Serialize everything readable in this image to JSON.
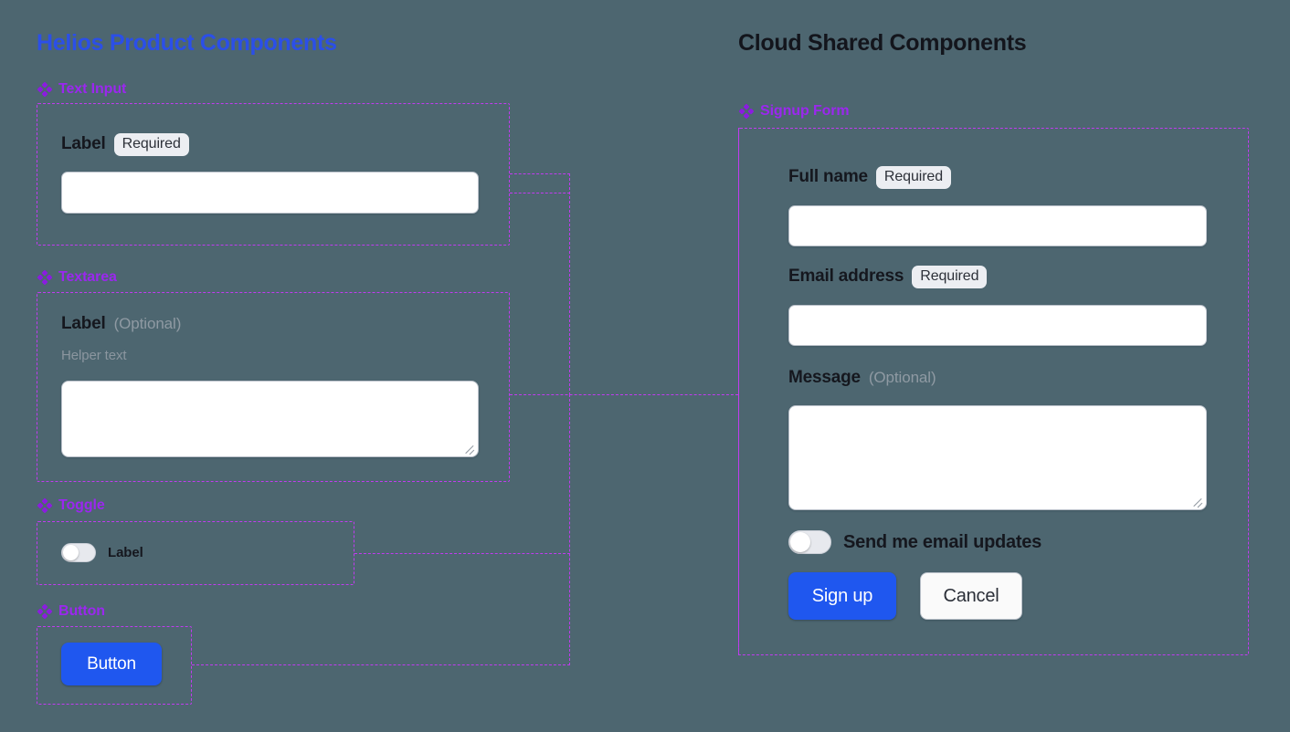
{
  "panels": {
    "left": {
      "title": "Helios Product Components",
      "groups": [
        {
          "name": "Text Input",
          "icon": "diamond-cluster-icon"
        },
        {
          "name": "Textarea",
          "icon": "diamond-cluster-icon"
        },
        {
          "name": "Toggle",
          "icon": "diamond-cluster-icon"
        },
        {
          "name": "Button",
          "icon": "diamond-cluster-icon"
        }
      ],
      "text_input": {
        "label": "Label",
        "badge": "Required",
        "value": "",
        "placeholder": ""
      },
      "textarea": {
        "label": "Label",
        "optional": "(Optional)",
        "helper": "Helper text",
        "value": "",
        "placeholder": ""
      },
      "toggle": {
        "label": "Label",
        "state": "off"
      },
      "button": {
        "label": "Button"
      }
    },
    "right": {
      "title": "Cloud Shared Components",
      "groups": [
        {
          "name": "Signup Form",
          "icon": "diamond-cluster-icon"
        }
      ],
      "signup_form": {
        "full_name": {
          "label": "Full name",
          "badge": "Required",
          "value": "",
          "placeholder": ""
        },
        "email": {
          "label": "Email address",
          "badge": "Required",
          "value": "",
          "placeholder": ""
        },
        "message": {
          "label": "Message",
          "optional": "(Optional)",
          "value": "",
          "placeholder": ""
        },
        "updates_toggle": {
          "label": "Send me email updates",
          "state": "off"
        },
        "submit_label": "Sign up",
        "cancel_label": "Cancel"
      }
    }
  },
  "colors": {
    "background": "#4d6670",
    "left_title": "#2b4fe8",
    "right_title": "#13151c",
    "group_caption": "#9b27ef",
    "frame_dashed": "#c13bf0",
    "primary_button": "#1f57ef",
    "badge_background": "#eceef2",
    "muted_text": "#8f9aa3"
  }
}
